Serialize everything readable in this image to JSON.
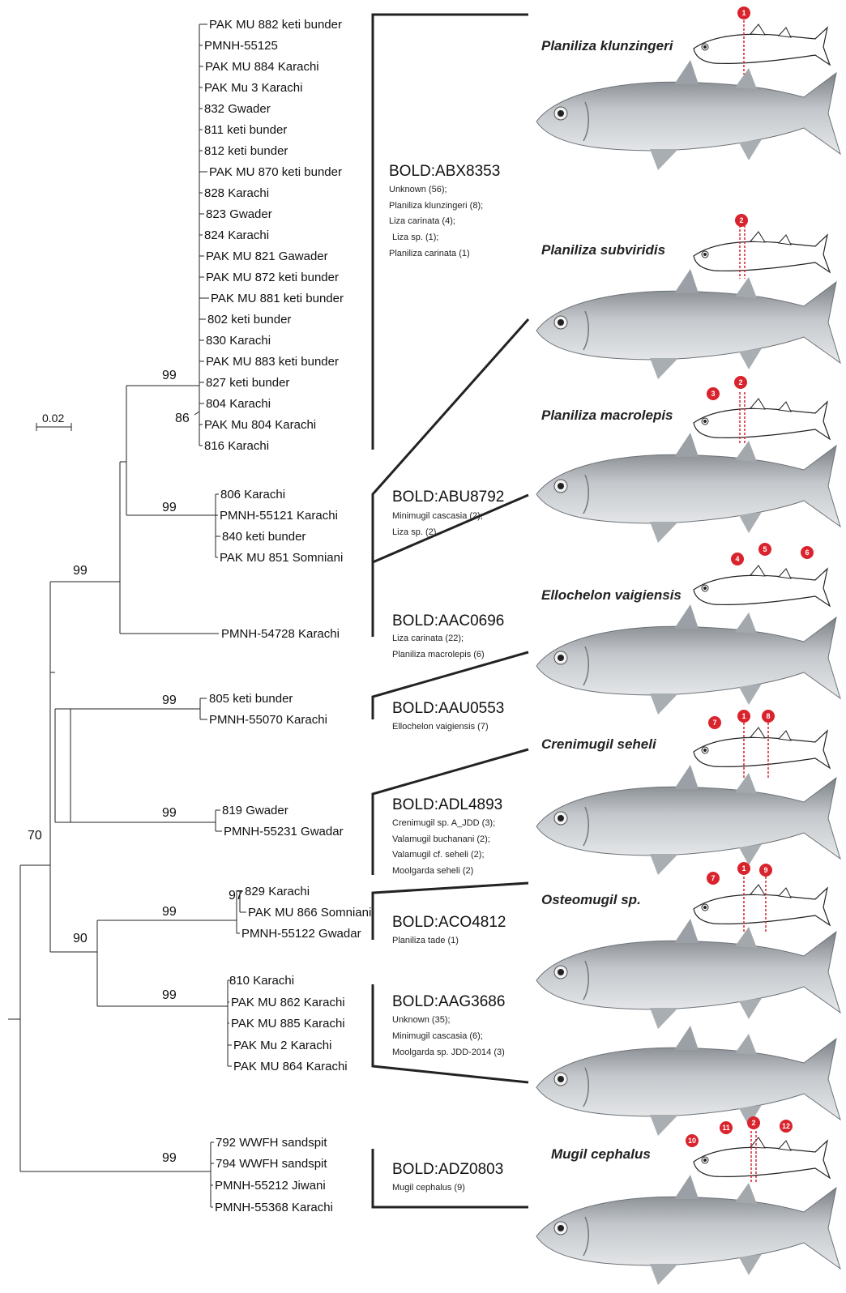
{
  "scale_bar": {
    "label": "0.02"
  },
  "leaves": [
    {
      "text": "PAK MU 882 keti bunder"
    },
    {
      "text": "PMNH-55125"
    },
    {
      "text": "PAK MU 884 Karachi"
    },
    {
      "text": "PAK Mu 3 Karachi"
    },
    {
      "text": "832 Gwader"
    },
    {
      "text": "811 keti bunder"
    },
    {
      "text": "812 keti bunder"
    },
    {
      "text": "PAK MU 870 keti bunder"
    },
    {
      "text": "828 Karachi"
    },
    {
      "text": "823 Gwader"
    },
    {
      "text": "824 Karachi"
    },
    {
      "text": "PAK MU 821 Gawader"
    },
    {
      "text": "PAK MU 872 keti bunder"
    },
    {
      "text": "PAK MU 881 keti bunder"
    },
    {
      "text": "802 keti bunder"
    },
    {
      "text": "830 Karachi"
    },
    {
      "text": "PAK MU 883 keti bunder"
    },
    {
      "text": "827 keti bunder"
    },
    {
      "text": "804 Karachi"
    },
    {
      "text": "PAK Mu 804 Karachi"
    },
    {
      "text": "816 Karachi"
    },
    {
      "text": "806 Karachi"
    },
    {
      "text": "PMNH-55121 Karachi"
    },
    {
      "text": "840 keti bunder"
    },
    {
      "text": "PAK MU 851 Somniani"
    },
    {
      "text": "PMNH-54728 Karachi"
    },
    {
      "text": "805 keti bunder"
    },
    {
      "text": "PMNH-55070 Karachi"
    },
    {
      "text": "819 Gwader"
    },
    {
      "text": "PMNH-55231 Gwadar"
    },
    {
      "text": "829 Karachi"
    },
    {
      "text": "PAK MU 866 Somniani"
    },
    {
      "text": "PMNH-55122 Gwadar"
    },
    {
      "text": "810 Karachi"
    },
    {
      "text": "PAK MU 862 Karachi"
    },
    {
      "text": "PAK MU 885 Karachi"
    },
    {
      "text": "PAK Mu 2 Karachi"
    },
    {
      "text": "PAK MU 864 Karachi"
    },
    {
      "text": "792 WWFH sandspit"
    },
    {
      "text": "794 WWFH sandspit"
    },
    {
      "text": "PMNH-55212 Jiwani"
    },
    {
      "text": "PMNH-55368 Karachi"
    }
  ],
  "support_values": [
    {
      "text": "99"
    },
    {
      "text": "86"
    },
    {
      "text": "99"
    },
    {
      "text": "99"
    },
    {
      "text": "99"
    },
    {
      "text": "99"
    },
    {
      "text": "70"
    },
    {
      "text": "97"
    },
    {
      "text": "99"
    },
    {
      "text": "90"
    },
    {
      "text": "99"
    },
    {
      "text": "99"
    }
  ],
  "bins": [
    {
      "code": "BOLD:ABX8353",
      "species": [
        "Unknown (56);",
        "Planiliza klunzingeri (8);",
        "Liza carinata (4);",
        "Liza sp. (1);",
        "Planiliza carinata (1)"
      ]
    },
    {
      "code": "BOLD:ABU8792",
      "species": [
        "Minimugil cascasia (2);",
        "Liza sp. (2)"
      ]
    },
    {
      "code": "BOLD:AAC0696",
      "species": [
        "Liza carinata (22);",
        "Planiliza macrolepis (6)"
      ]
    },
    {
      "code": "BOLD:AAU0553",
      "species": [
        "Ellochelon vaigiensis (7)"
      ]
    },
    {
      "code": "BOLD:ADL4893",
      "species": [
        "Crenimugil sp. A_JDD (3);",
        "Valamugil buchanani (2);",
        "Valamugil cf. seheli (2);",
        "Moolgarda seheli (2)"
      ]
    },
    {
      "code": "BOLD:ACO4812",
      "species": [
        "Planiliza tade (1)"
      ]
    },
    {
      "code": "BOLD:AAG3686",
      "species": [
        "Unknown (35);",
        "Minimugil cascasia (6);",
        "Moolgarda sp. JDD-2014 (3)"
      ]
    },
    {
      "code": "BOLD:ADZ0803",
      "species": [
        "Mugil cephalus (9)"
      ]
    }
  ],
  "species_panels": [
    {
      "name": "Planiliza klunzingeri",
      "markers": [
        "1"
      ]
    },
    {
      "name": "Planiliza subviridis",
      "markers": [
        "2"
      ]
    },
    {
      "name": "Planiliza macrolepis",
      "markers": [
        "3",
        "2"
      ]
    },
    {
      "name": "Ellochelon vaigiensis",
      "markers": [
        "4",
        "5",
        "6"
      ]
    },
    {
      "name": "Crenimugil seheli",
      "markers": [
        "7",
        "1",
        "8"
      ]
    },
    {
      "name": "Osteomugil sp.",
      "markers": [
        "7",
        "1",
        "9"
      ]
    },
    {
      "name": "Mugil cephalus",
      "markers": [
        "10",
        "11",
        "2",
        "12"
      ]
    }
  ],
  "colors": {
    "branch": "#222222",
    "marker": "#d9232d",
    "fish_body": "#b8bcc0",
    "fish_dark": "#6f747a"
  }
}
